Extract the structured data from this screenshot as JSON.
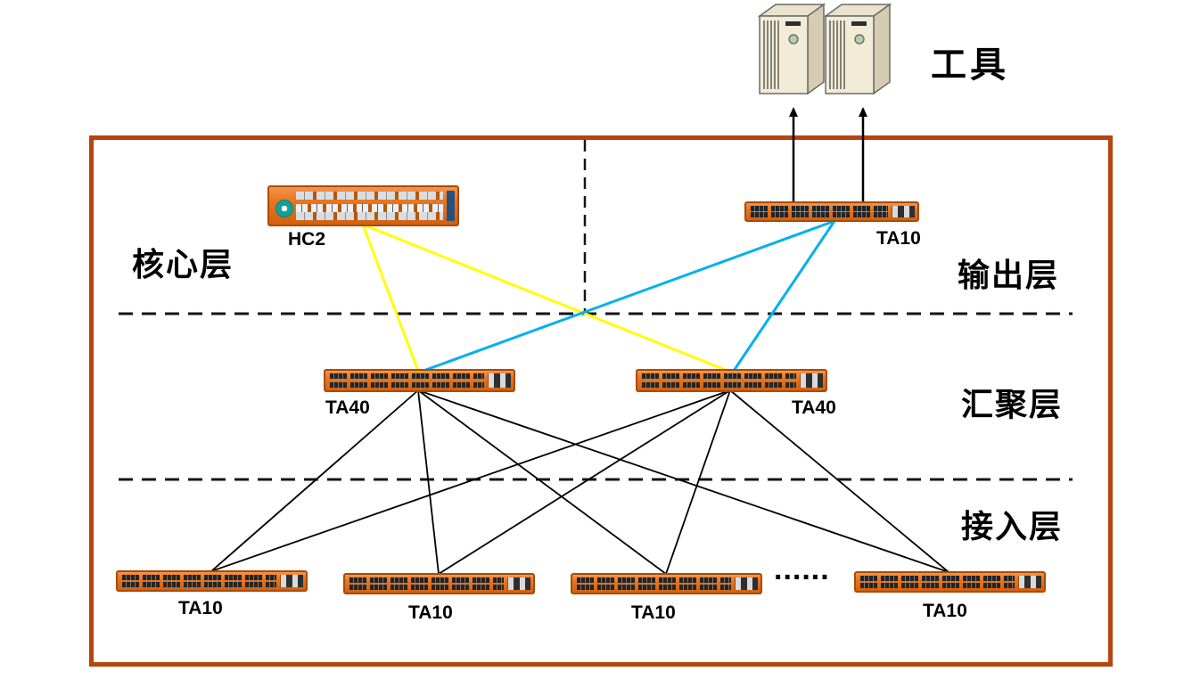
{
  "diagram": {
    "tools": {
      "label": "工具"
    },
    "layers": {
      "core": {
        "label": "核心层"
      },
      "output": {
        "label": "输出层"
      },
      "aggregation": {
        "label": "汇聚层"
      },
      "access": {
        "label": "接入层"
      }
    },
    "devices": {
      "core_chassis": {
        "label": "HC2"
      },
      "output_switch": {
        "label": "TA10"
      },
      "aggregation_switch_left": {
        "label": "TA40"
      },
      "aggregation_switch_right": {
        "label": "TA40"
      },
      "access_switch_1": {
        "label": "TA10"
      },
      "access_switch_2": {
        "label": "TA10"
      },
      "access_switch_3": {
        "label": "TA10"
      },
      "access_switch_4": {
        "label": "TA10"
      }
    },
    "more_switches_ellipsis": "......",
    "colors": {
      "frame_border": "#b5440e",
      "link_core_to_aggregation": "#ffff00",
      "link_output_to_aggregation": "#00b0f0",
      "link_access": "#000000",
      "switch_body": "#e87722"
    }
  }
}
